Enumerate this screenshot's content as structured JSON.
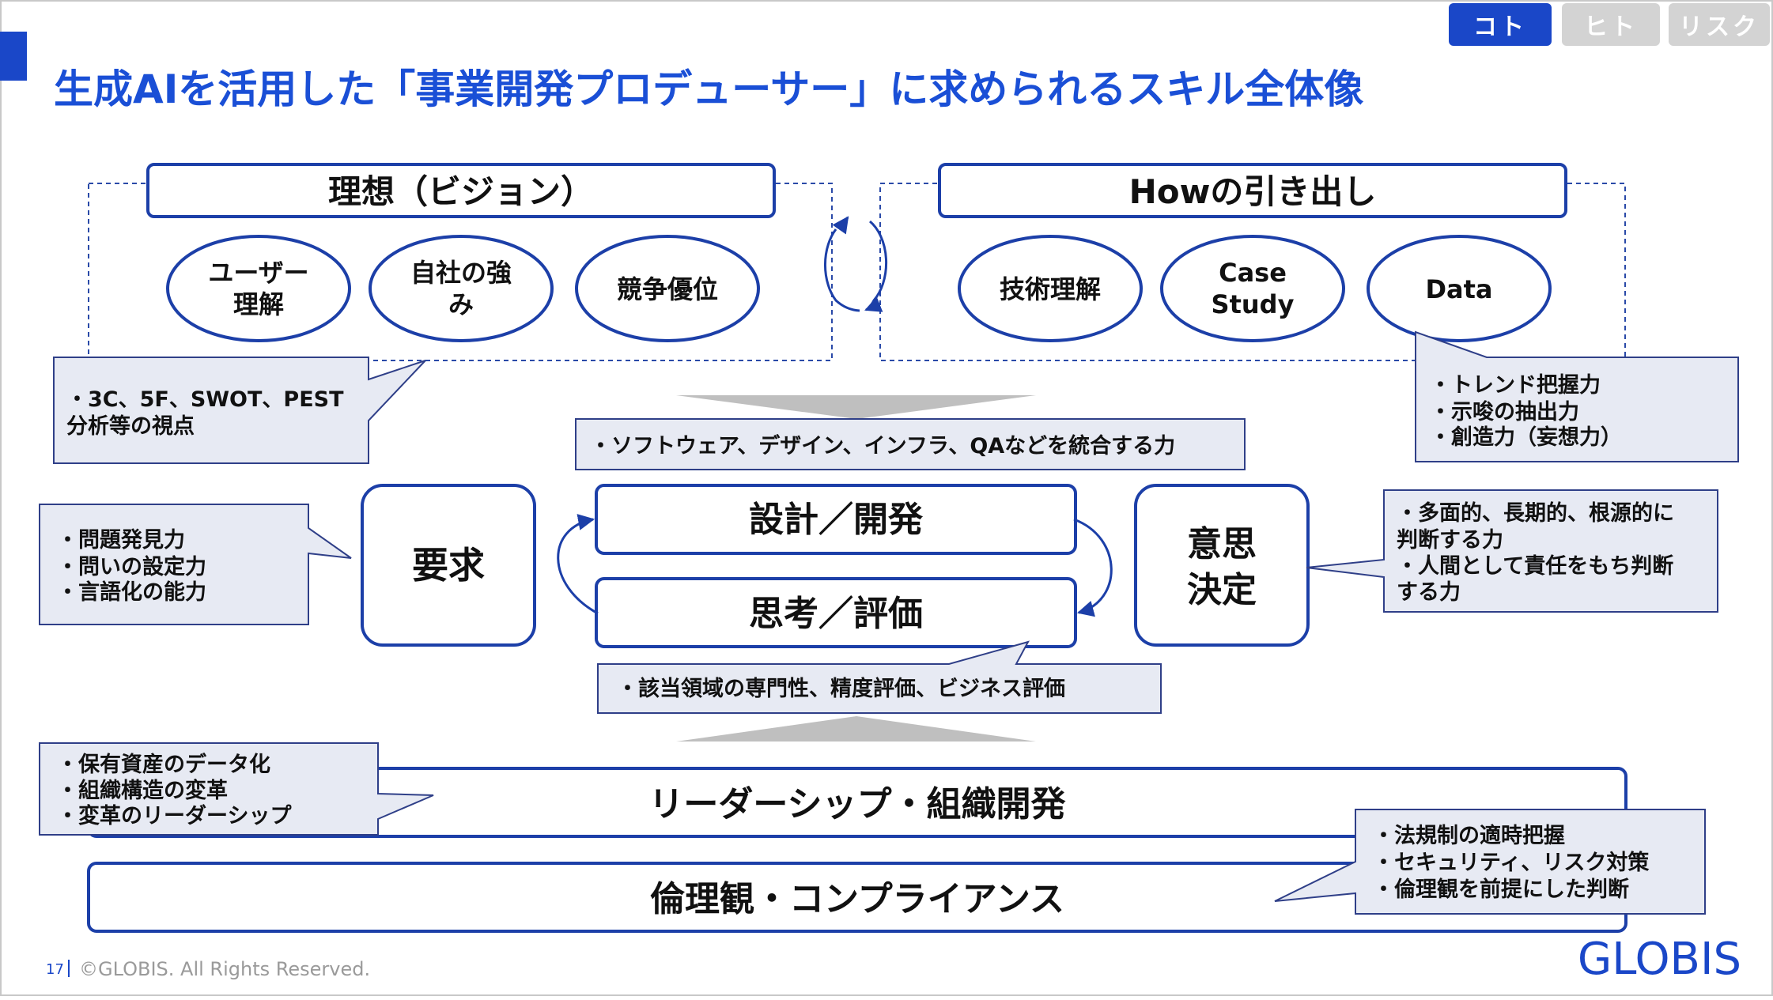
{
  "tabs": [
    {
      "label": "コト",
      "active": true
    },
    {
      "label": "ヒト",
      "active": false
    },
    {
      "label": "リスク",
      "active": false
    }
  ],
  "title": "生成AIを活用した「事業開発プロデューサー」に求められるスキル全体像",
  "vision": {
    "header": "理想（ビジョン）",
    "items": [
      [
        "ユーザー",
        "理解"
      ],
      [
        "自社の強",
        "み"
      ],
      [
        "競争優位"
      ]
    ],
    "callout": [
      "・3C、5F、SWOT、PEST",
      "分析等の視点"
    ]
  },
  "how": {
    "header": "Howの引き出し",
    "items": [
      [
        "技術理解"
      ],
      [
        "Case",
        "Study"
      ],
      [
        "Data"
      ]
    ],
    "callout": [
      "・トレンド把握力",
      "・示唆の抽出力",
      "・創造力（妄想力）"
    ]
  },
  "integrate_note": "・ソフトウェア、デザイン、インフラ、QAなどを統合する力",
  "center": {
    "design": "設計／開発",
    "think": "思考／評価"
  },
  "requirement": {
    "label": "要求",
    "callout": [
      "・問題発見力",
      "・問いの設定力",
      "・言語化の能力"
    ]
  },
  "decision": {
    "label": [
      "意思",
      "決定"
    ],
    "callout": [
      "・多面的、長期的、根源的に",
      "判断する力",
      "・人間として責任をもち判断",
      "する力"
    ]
  },
  "expertise_note": "・該当領域の専門性、精度評価、ビジネス評価",
  "leadership": {
    "label": "リーダーシップ・組織開発",
    "callout": [
      "・保有資産のデータ化",
      "・組織構造の変革",
      "・変革のリーダーシップ"
    ]
  },
  "ethics": {
    "label": "倫理観・コンプライアンス",
    "callout": [
      "・法規制の適時把握",
      "・セキュリティ、リスク対策",
      "・倫理観を前提にした判断"
    ]
  },
  "footer": {
    "page": "17",
    "copyright": "©GLOBIS. All Rights Reserved.",
    "logo": "GLOBIS"
  },
  "colors": {
    "accent": "#1a47c8",
    "title": "#1a4fd6",
    "box_border": "#1c3fa8",
    "callout_fill": "#e7eaf3",
    "callout_border": "#2f3f88",
    "tab_inactive": "#d3d3d3",
    "chevron": "#bfbfbf",
    "text": "#111111"
  }
}
